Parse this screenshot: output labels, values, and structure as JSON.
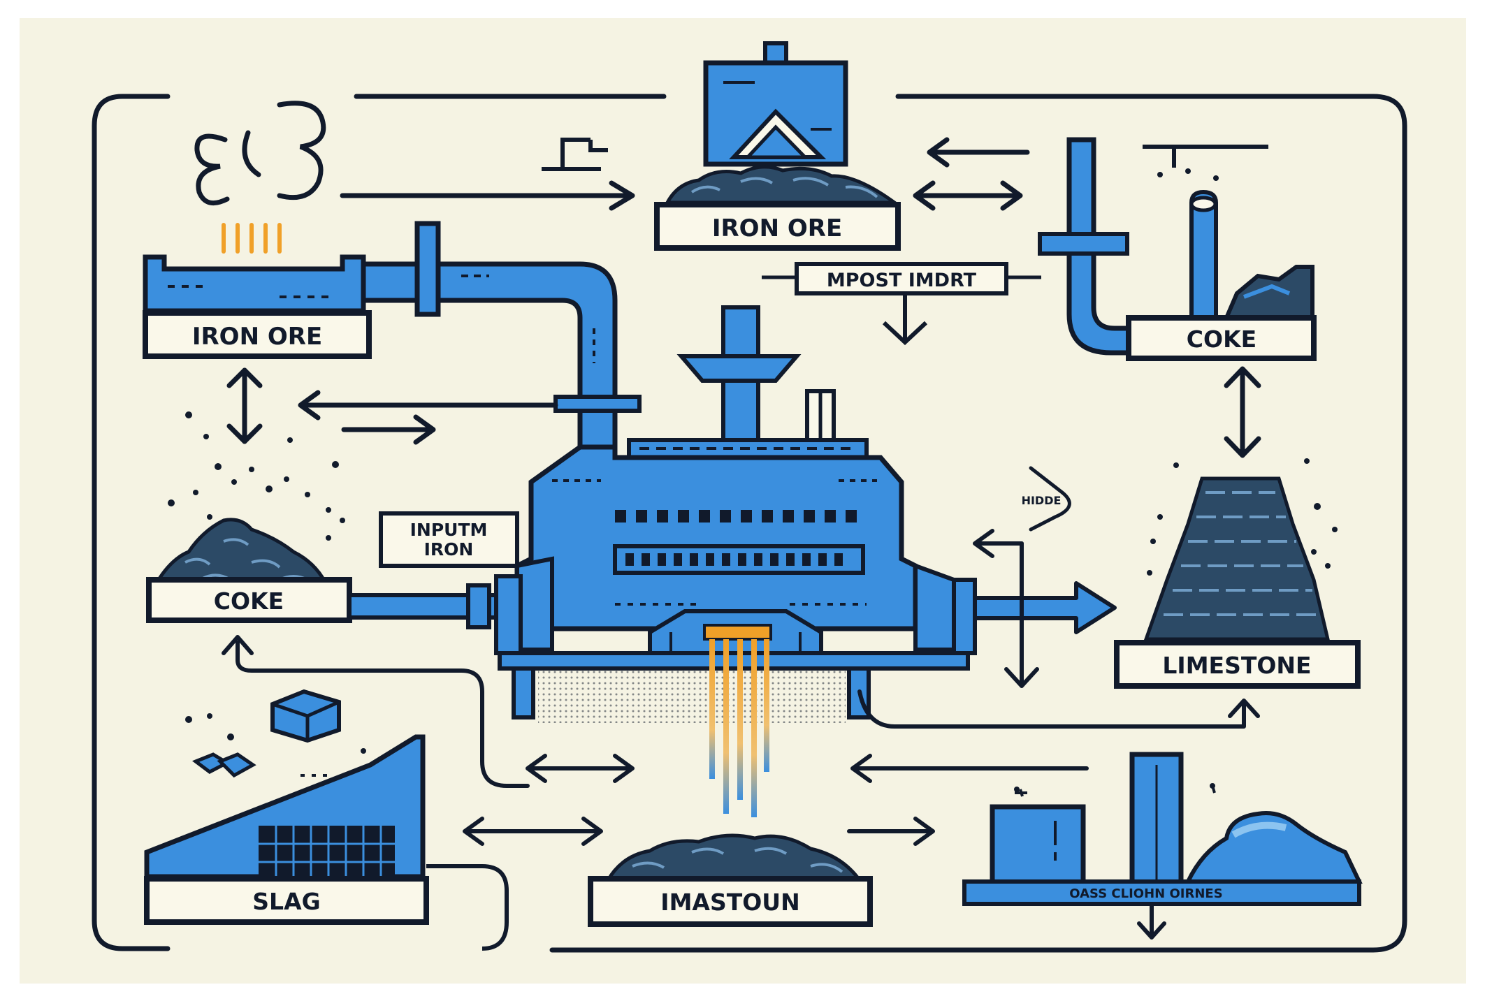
{
  "palette": {
    "background": "#f5f3e3",
    "ink": "#111a2b",
    "blue": "#3b8fde",
    "dark_blue": "#1d4f86",
    "orange": "#f0a028",
    "rock": "#2c4a66"
  },
  "labels": {
    "iron_ore_top": "IRON ORE",
    "iron_ore_left": "IRON ORE",
    "coke_right": "COKE",
    "coke_left": "COKE",
    "limestone": "LIMESTONE",
    "slag": "SLAG",
    "imastoun": "IMASTOUN",
    "mpost_imdrt": "MPOST IMDRT",
    "inputm_line1": "INPUTM",
    "inputm_line2": "IRON",
    "hidde": "HIDDE",
    "gass_bar": "OASS  CLIOHN  OIRNES"
  },
  "icons": [
    "smoke-icon",
    "heat-lines-icon",
    "ore-pile-icon",
    "coke-pile-icon",
    "limestone-stack-icon",
    "slag-block-icon",
    "molten-stream-icon",
    "blast-furnace-icon",
    "hopper-icon",
    "pipe-icon",
    "rock-icon",
    "tank-icon"
  ]
}
